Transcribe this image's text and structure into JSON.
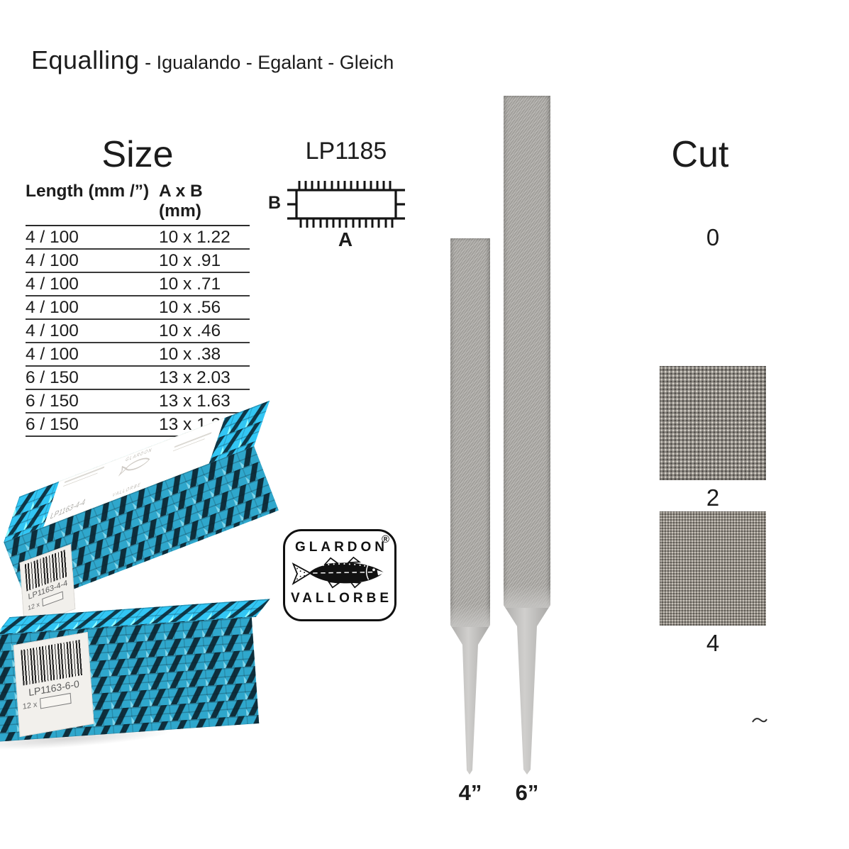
{
  "header": {
    "title": "Equalling",
    "subtitle": " - Igualando - Egalant - Gleich"
  },
  "size_section": {
    "heading": "Size",
    "table": {
      "col1_header": "Length (mm /”)",
      "col2_header": "A x B (mm)",
      "rows": [
        {
          "length": "4 / 100",
          "axb": "10 x 1.22"
        },
        {
          "length": "4 / 100",
          "axb": "10 x .91"
        },
        {
          "length": "4 / 100",
          "axb": "10 x .71"
        },
        {
          "length": "4 / 100",
          "axb": "10 x .56"
        },
        {
          "length": "4 / 100",
          "axb": "10 x .46"
        },
        {
          "length": "4 / 100",
          "axb": "10 x .38"
        },
        {
          "length": "6 / 150",
          "axb": "13 x 2.03"
        },
        {
          "length": "6 / 150",
          "axb": "13 x 1.63"
        },
        {
          "length": "6 / 150",
          "axb": "13 x 1.22"
        }
      ]
    }
  },
  "profile_diagram": {
    "model": "LP1185",
    "width_label": "A",
    "thickness_label": "B"
  },
  "files": [
    {
      "label": "4”"
    },
    {
      "label": "6”"
    }
  ],
  "cut_section": {
    "heading": "Cut",
    "grades": [
      {
        "label": "0"
      },
      {
        "label": "2"
      },
      {
        "label": "4"
      }
    ]
  },
  "logo": {
    "top": "GLARDON",
    "bottom": "VALLORBE",
    "registered": "®"
  },
  "boxes": {
    "back": {
      "sku": "LP1163-4-4",
      "qty": "12 x"
    },
    "front": {
      "sku": "LP1163-6-0",
      "qty": "12 x"
    }
  },
  "colors": {
    "box_cyan": "#2fa7cc",
    "box_dark": "#0a1e28",
    "file_gray": "#a9a7a3",
    "swatch_gray": "#8f8b84",
    "text": "#1c1c1c"
  }
}
